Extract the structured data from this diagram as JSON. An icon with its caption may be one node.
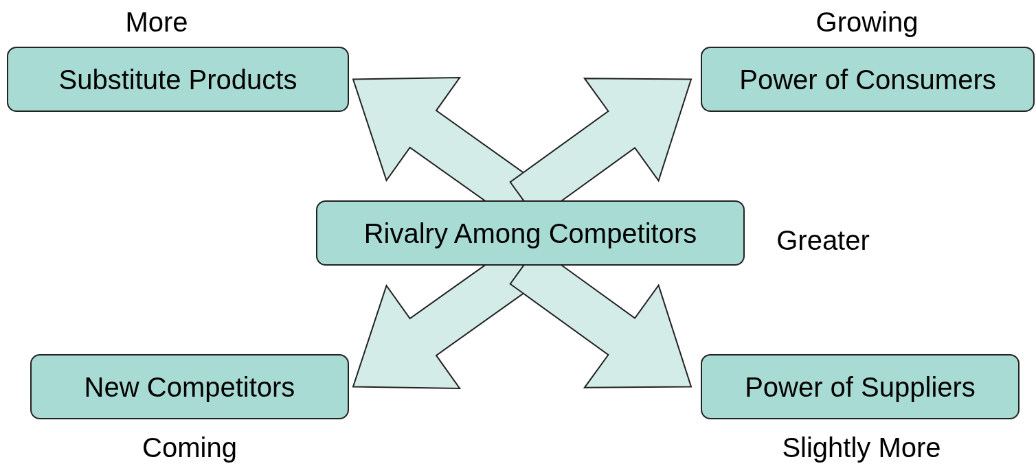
{
  "diagram": {
    "nodes": [
      {
        "text": [
          "Substitute Products"
        ],
        "beside": [
          "More"
        ]
      },
      {
        "text": [
          "Power of Consumers"
        ],
        "beside": [
          "Growing"
        ]
      },
      {
        "text": [
          "Rivalry Among Competitors"
        ],
        "beside": [
          "Greater"
        ]
      },
      {
        "text": [
          "New Competitors"
        ],
        "beside": [
          "Coming"
        ]
      },
      {
        "text": [
          "Power of Suppliers"
        ],
        "beside": [
          "Slightly More"
        ]
      }
    ],
    "edges": [
      {
        "from": 2,
        "to": 0,
        "arrow": "to"
      },
      {
        "from": 2,
        "to": 1,
        "arrow": "to"
      },
      {
        "from": 2,
        "to": 3,
        "arrow": "to"
      },
      {
        "from": 2,
        "to": 4,
        "arrow": "to"
      }
    ]
  }
}
